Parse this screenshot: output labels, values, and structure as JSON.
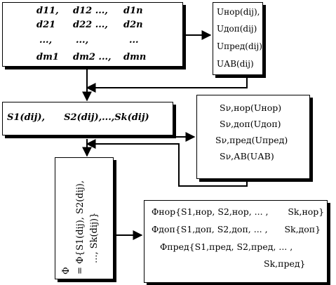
{
  "matrix": {
    "rows": [
      [
        "d11,",
        "d12 ...,",
        "d1n"
      ],
      [
        "d21",
        "d22 ...,",
        "d2n"
      ],
      [
        "...,",
        "...,",
        "..."
      ],
      [
        "dm1",
        "dm2 ...,",
        "dmn"
      ]
    ]
  },
  "u_box": {
    "lines": [
      "Uнор(dij),",
      "Uдоп(dij)",
      "Uпред(dij)",
      "UАВ(dij)"
    ]
  },
  "s_box": {
    "text": "S1(dij),      S2(dij),...,Sk(dij)"
  },
  "sv_box": {
    "lines": [
      "Sν,нор(Uнор)",
      "Sν,доп(Uдоп)",
      "Sν,пред(Uпред)",
      "Sν,АВ(UАВ)"
    ]
  },
  "phi_box": {
    "lines": [
      "Φ",
      "= Φ{S1(dij), S2(dij),",
      "..., Sk(dij)}"
    ]
  },
  "phi_set_box": {
    "lines": [
      "Φнор{S1,нор, S2,нор, ... ,       Sk,нор}",
      "Φдоп{S1,доп, S2,доп, ... ,      Sk,доп}",
      "Φпред{S1,пред, S2,пред, ... ,",
      "Sk,пред}"
    ]
  }
}
